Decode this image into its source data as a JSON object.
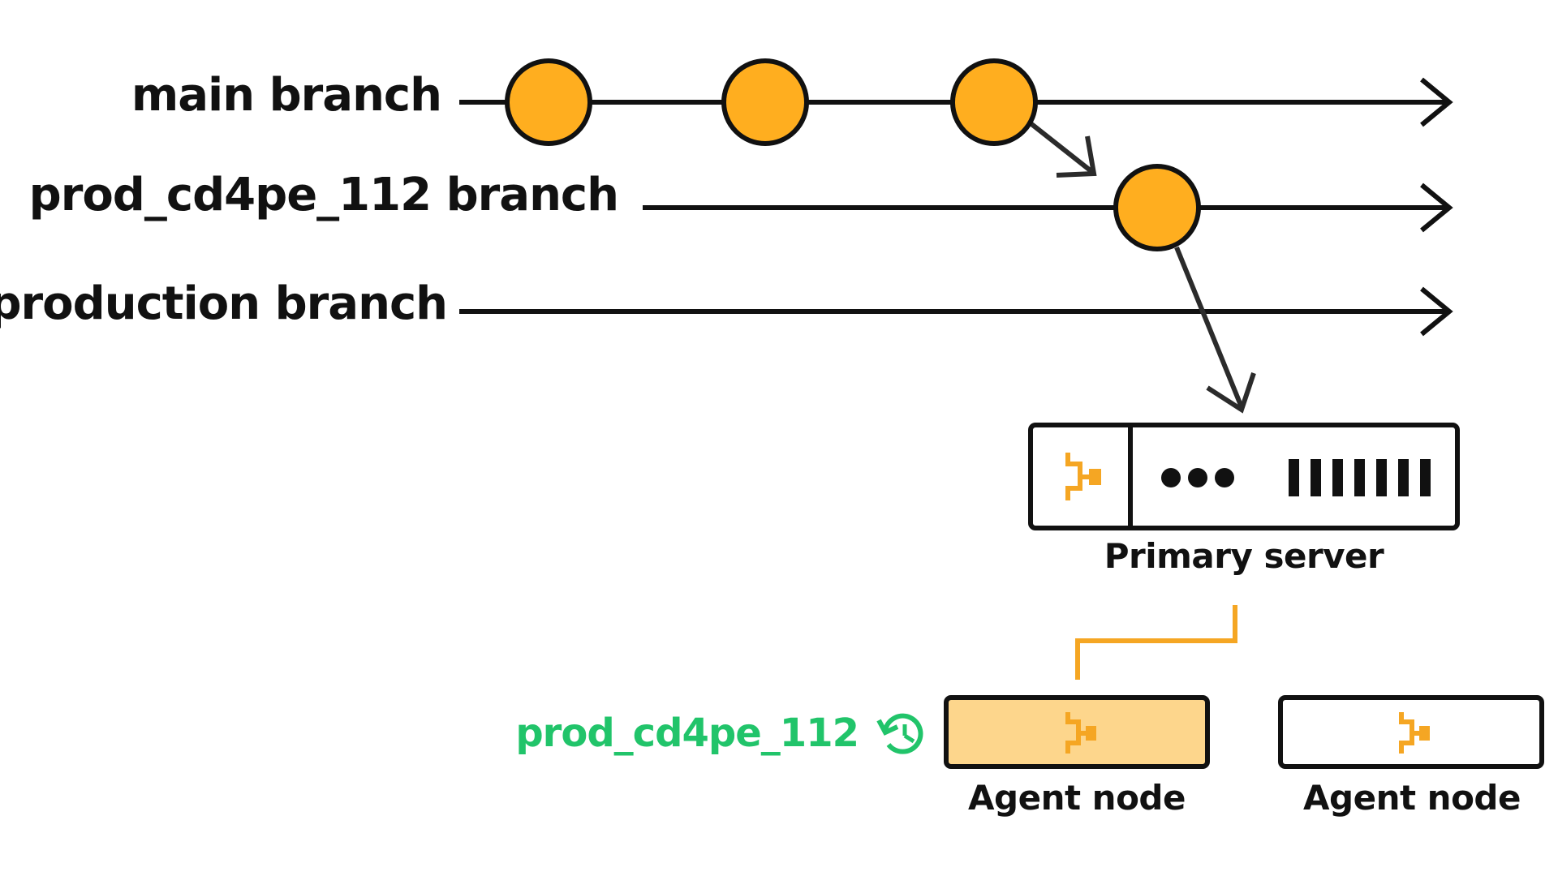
{
  "branches": {
    "main": {
      "label": "main branch"
    },
    "feature": {
      "label": "prod_cd4pe_112 branch"
    },
    "production": {
      "label": "production branch"
    }
  },
  "server": {
    "label": "Primary server"
  },
  "agents": [
    {
      "label": "Agent node",
      "highlighted": true,
      "environment": "prod_cd4pe_112"
    },
    {
      "label": "Agent node",
      "highlighted": false
    }
  ],
  "colors": {
    "commit": "#FFAE1F",
    "line": "#111111",
    "accent": "#F5A623",
    "highlight_fill": "#FDD68C",
    "env_text": "#21C46A"
  },
  "icons": [
    "branch-icon",
    "sync-icon"
  ]
}
